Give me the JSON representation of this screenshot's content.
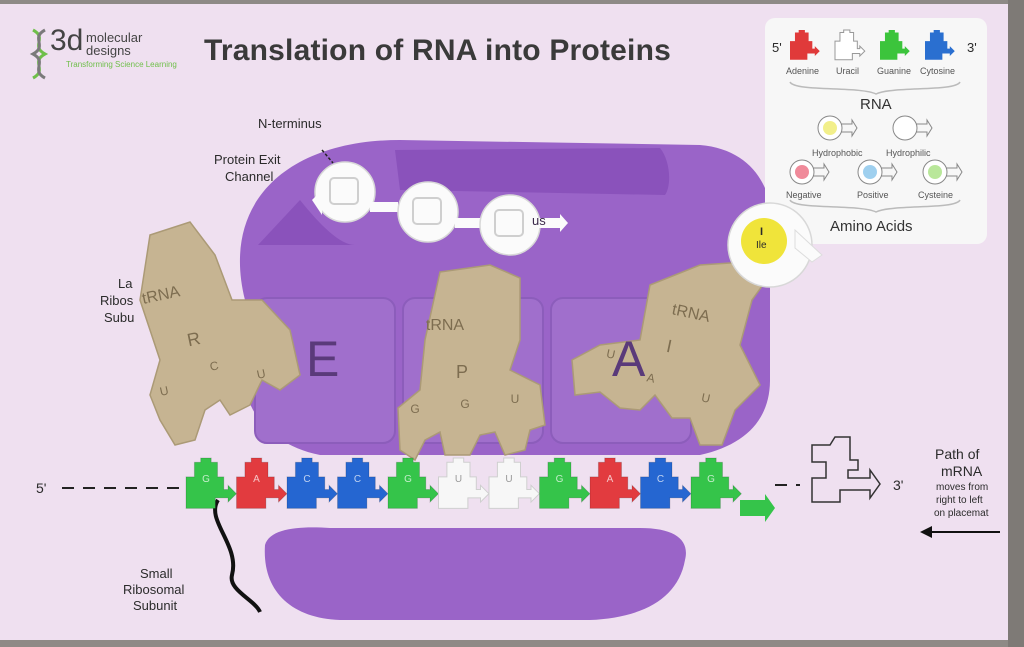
{
  "title": "Translation of RNA into Proteins",
  "logo": {
    "brand_3d": "3d",
    "brand_line1": "molecular",
    "brand_line2": "designs",
    "tagline": "Transforming Science Learning",
    "icon": "dna-helix-icon"
  },
  "labels": {
    "n_terminus": "N-terminus",
    "exit_channel_1": "Protein Exit",
    "exit_channel_2": "Channel",
    "large_subunit_1": "La",
    "large_subunit_2": "Ribos",
    "large_subunit_3": "Subu",
    "hidden_us": "us",
    "five_prime": "5'",
    "three_prime": "3'",
    "small_subunit_1": "Small",
    "small_subunit_2": "Ribosomal",
    "small_subunit_3": "Subunit",
    "path_1": "Path of",
    "path_2": "mRNA",
    "path_3": "moves from",
    "path_4": "right to left",
    "path_5": "on placemat"
  },
  "sites": {
    "e": "E",
    "a": "A"
  },
  "legend": {
    "five_prime": "5'",
    "three_prime": "3'",
    "rna_heading": "RNA",
    "nucleotides": [
      {
        "name": "Adenine",
        "color": "#e03a3a"
      },
      {
        "name": "Uracil",
        "color": "#ffffff"
      },
      {
        "name": "Guanine",
        "color": "#3cc43c"
      },
      {
        "name": "Cytosine",
        "color": "#2a6fd0"
      }
    ],
    "amino_heading": "Amino Acids",
    "amino_acids": [
      {
        "name": "Hydrophobic",
        "color": "#f2ef8a"
      },
      {
        "name": "Hydrophilic",
        "color": "#ffffff"
      },
      {
        "name": "Negative",
        "color": "#f08a9a"
      },
      {
        "name": "Positive",
        "color": "#9fd0ef"
      },
      {
        "name": "Cysteine",
        "color": "#b9e79a"
      }
    ]
  },
  "trnas": [
    {
      "label": "tRNA",
      "mid": "R",
      "anticodon": [
        "U",
        "C",
        "U"
      ]
    },
    {
      "label": "tRNA",
      "mid": "P",
      "anticodon": [
        "G",
        "G",
        "U"
      ]
    },
    {
      "label": "tRNA",
      "mid": "I",
      "anticodon": [
        "U",
        "A",
        "U"
      ]
    }
  ],
  "amino_badge": {
    "letter": "I",
    "abbr": "Ile"
  },
  "mrna": [
    {
      "base": "G",
      "color": "#35c44a"
    },
    {
      "base": "A",
      "color": "#e23b3f"
    },
    {
      "base": "C",
      "color": "#2566d1"
    },
    {
      "base": "C",
      "color": "#2566d1"
    },
    {
      "base": "G",
      "color": "#35c44a"
    },
    {
      "base": "U",
      "color": "#f7f7f7"
    },
    {
      "base": "U",
      "color": "#f7f7f7"
    },
    {
      "base": "G",
      "color": "#35c44a"
    },
    {
      "base": "A",
      "color": "#e23b3f"
    },
    {
      "base": "C",
      "color": "#2566d1"
    },
    {
      "base": "G",
      "color": "#35c44a"
    }
  ],
  "colors": {
    "placemat": "#efe0f0",
    "ribosome": "#9a64c8",
    "ribosome_dark": "#8a52bb",
    "trna": "#c6b492",
    "panel": "#f7f7f7"
  }
}
